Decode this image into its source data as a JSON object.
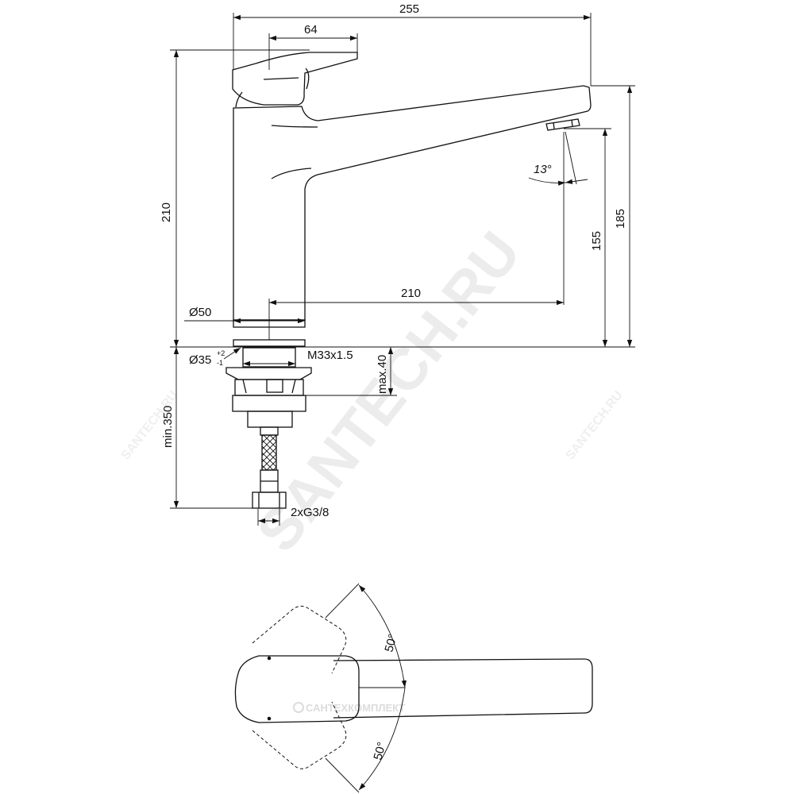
{
  "drawing": {
    "dimensions": {
      "overall_length": "255",
      "lever_length": "64",
      "total_height": "210",
      "spout_height": "185",
      "outlet_clearance": "155",
      "spout_reach": "210",
      "body_diameter": "Ø50",
      "hole_diameter": "Ø35",
      "hole_tol_plus": "+2",
      "hole_tol_minus": "-1",
      "thread": "M33x1.5",
      "max_deck_thickness": "max.40",
      "hose_length": "min.350",
      "connection": "2xG3/8",
      "outlet_angle": "13°",
      "handle_rotation_up": "50°",
      "handle_rotation_down": "50°"
    },
    "watermarks": {
      "main": "SANTECH.RU",
      "small_left": "SANTECH.RU",
      "small_right": "SANTECH.RU",
      "brand": "САНТЕХКОМПЛЕКТ"
    },
    "colors": {
      "line": "#111111",
      "watermark": "#ececec"
    }
  }
}
